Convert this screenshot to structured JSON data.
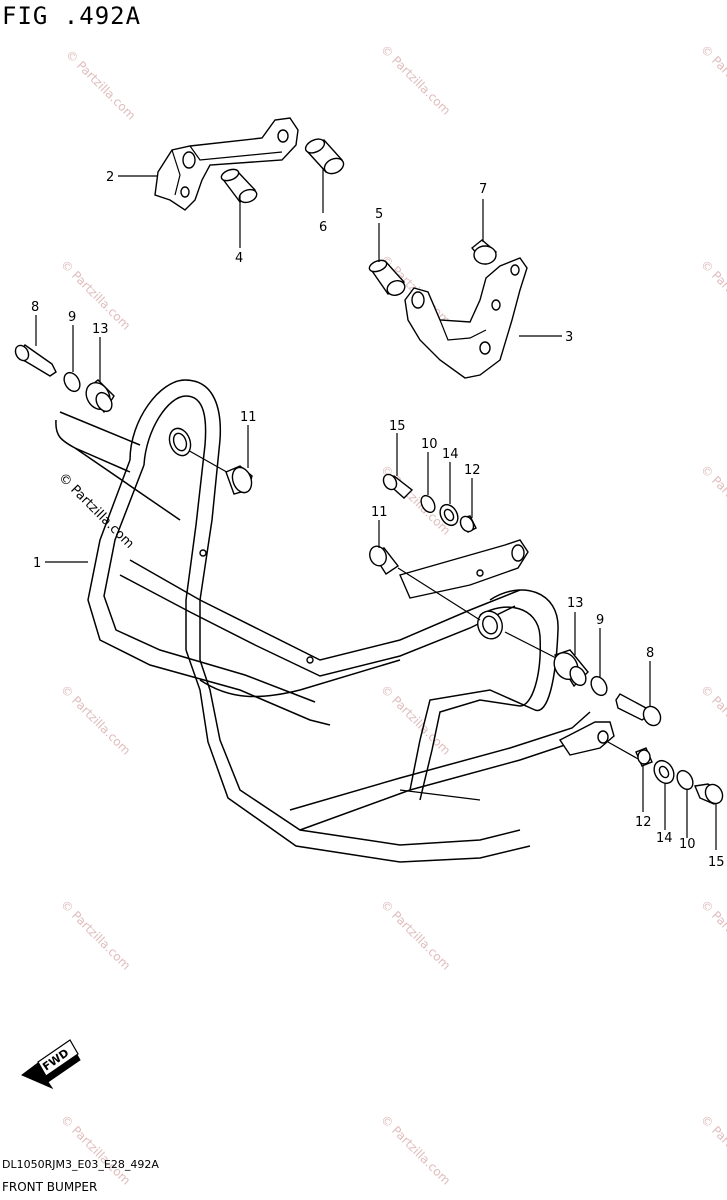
{
  "figure_title": "FIG .492A",
  "model_code": "DL1050RJM3_E03_E28_492A",
  "caption": "FRONT BUMPER",
  "watermark": "© Partzilla.com",
  "fwd_label": "FWD",
  "callouts": {
    "c1": "1",
    "c2": "2",
    "c3": "3",
    "c4": "4",
    "c5": "5",
    "c6": "6",
    "c7": "7",
    "c8a": "8",
    "c9a": "9",
    "c13a": "13",
    "c11a": "11",
    "c15a": "15",
    "c10a": "10",
    "c14a": "14",
    "c12a": "12",
    "c11b": "11",
    "c13b": "13",
    "c9b": "9",
    "c8b": "8",
    "c12b": "12",
    "c14b": "14",
    "c10b": "10",
    "c15b": "15"
  }
}
